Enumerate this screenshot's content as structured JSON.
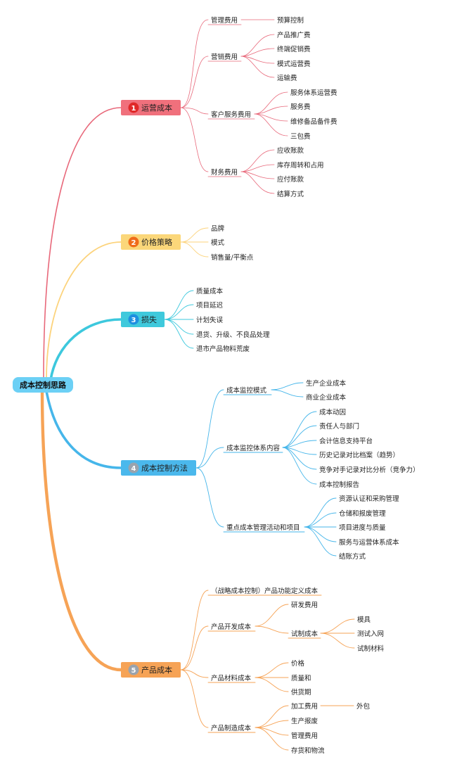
{
  "colors": {
    "root_fill": "#6cd0f5",
    "b1_line": "#e8687a",
    "b1_fill": "#f0707c",
    "b1_badge": "#e02828",
    "b2_line": "#fcd37c",
    "b2_fill": "#fbd77a",
    "b2_badge": "#ef6b1a",
    "b3_line": "#3dc8dd",
    "b3_fill": "#3fc9dc",
    "b3_badge": "#1e8fe0",
    "b4_line": "#46b6ea",
    "b4_fill": "#4bb8ec",
    "b4_badge": "#9aa3ad",
    "b5_line": "#f6a356",
    "b5_fill": "#f6a356",
    "b5_badge": "#9aa3ad"
  },
  "root": {
    "label": "成本控制思路"
  },
  "branches": {
    "b1": {
      "num": "1",
      "label": "运营成本",
      "children": {
        "c1": {
          "label": "管理费用",
          "items": [
            "预算控制"
          ]
        },
        "c2": {
          "label": "营销费用",
          "items": [
            "产品推广费",
            "终端促销费",
            "模式运营费",
            "运输费"
          ]
        },
        "c3": {
          "label": "客户服务费用",
          "items": [
            "服务体系运营费",
            "服务费",
            "维修备品备件费",
            "三包费"
          ]
        },
        "c4": {
          "label": "财务费用",
          "items": [
            "应收账款",
            "库存周转和占用",
            "应付账款",
            "结算方式"
          ]
        }
      }
    },
    "b2": {
      "num": "2",
      "label": "价格策略",
      "items": [
        "品牌",
        "模式",
        "销售量/平衡点"
      ]
    },
    "b3": {
      "num": "3",
      "label": "损失",
      "items": [
        "质量成本",
        "项目延迟",
        "计划失误",
        "退货、升级、不良品处理",
        "退市产品物料荒废"
      ]
    },
    "b4": {
      "num": "4",
      "label": "成本控制方法",
      "children": {
        "c1": {
          "label": "成本监控模式",
          "items": [
            "生产企业成本",
            "商业企业成本"
          ]
        },
        "c2": {
          "label": "成本监控体系内容",
          "items": [
            "成本动因",
            "责任人与部门",
            "会计信息支持平台",
            "历史记录对比档案（趋势）",
            "竞争对手记录对比分析（竞争力）",
            "成本控制报告"
          ]
        },
        "c3": {
          "label": "重点成本管理活动和项目",
          "items": [
            "资源认证和采购管理",
            "仓储和报废管理",
            "项目进度与质量",
            "服务与运营体系成本",
            "结账方式"
          ]
        }
      }
    },
    "b5": {
      "num": "5",
      "label": "产品成本",
      "children": {
        "c0": {
          "label": "（战略成本控制）产品功能定义成本"
        },
        "c1": {
          "label": "产品开发成本",
          "items": [
            "研发费用",
            "试制成本"
          ],
          "sub": [
            "模具",
            "测试入网",
            "试制材料"
          ]
        },
        "c2": {
          "label": "产品材料成本",
          "items": [
            "价格",
            "质量和",
            "供货期"
          ]
        },
        "c3": {
          "label": "产品制造成本",
          "items": [
            "加工费用",
            "生产报废",
            "管理费用",
            "存货和物流"
          ],
          "sub": [
            "外包"
          ]
        }
      }
    }
  }
}
